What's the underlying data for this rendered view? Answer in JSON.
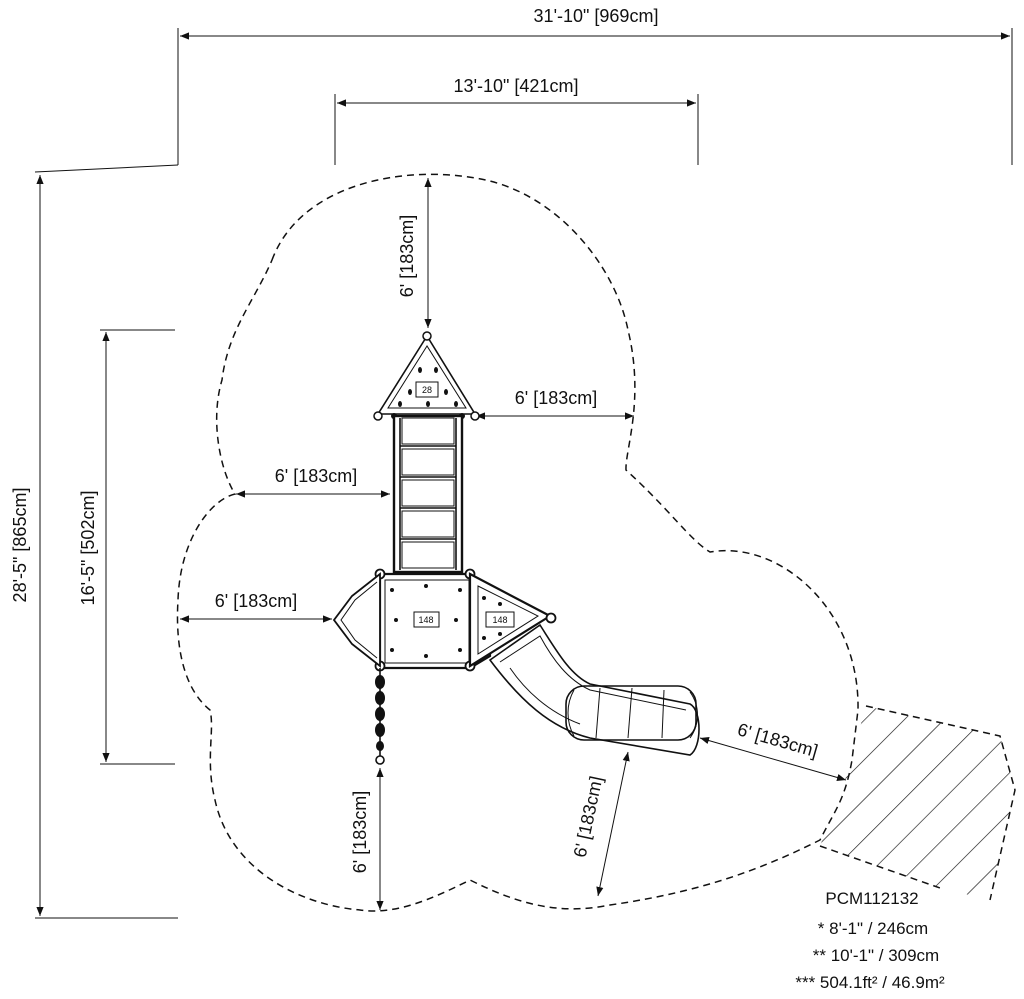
{
  "dimensions": {
    "overall_width": "31'-10\" [969cm]",
    "inner_width": "13'-10\" [421cm]",
    "overall_height": "28'-5\" [865cm]",
    "inner_height": "16'-5\" [502cm]",
    "clearance_top": "6' [183cm]",
    "clearance_right_upper": "6' [183cm]",
    "clearance_left_upper": "6' [183cm]",
    "clearance_left_lower": "6' [183cm]",
    "clearance_bottom": "6' [183cm]",
    "clearance_slide_side": "6' [183cm]",
    "clearance_slide_end": "6' [183cm]"
  },
  "components": {
    "top_panel_label": "28",
    "deck_left_label": "148",
    "deck_right_label": "148"
  },
  "notes": {
    "model": "PCM112132",
    "line1": "* 8'-1\" / 246cm",
    "line2": "** 10'-1\" / 309cm",
    "line3": "*** 504.1ft² / 46.9m²"
  }
}
